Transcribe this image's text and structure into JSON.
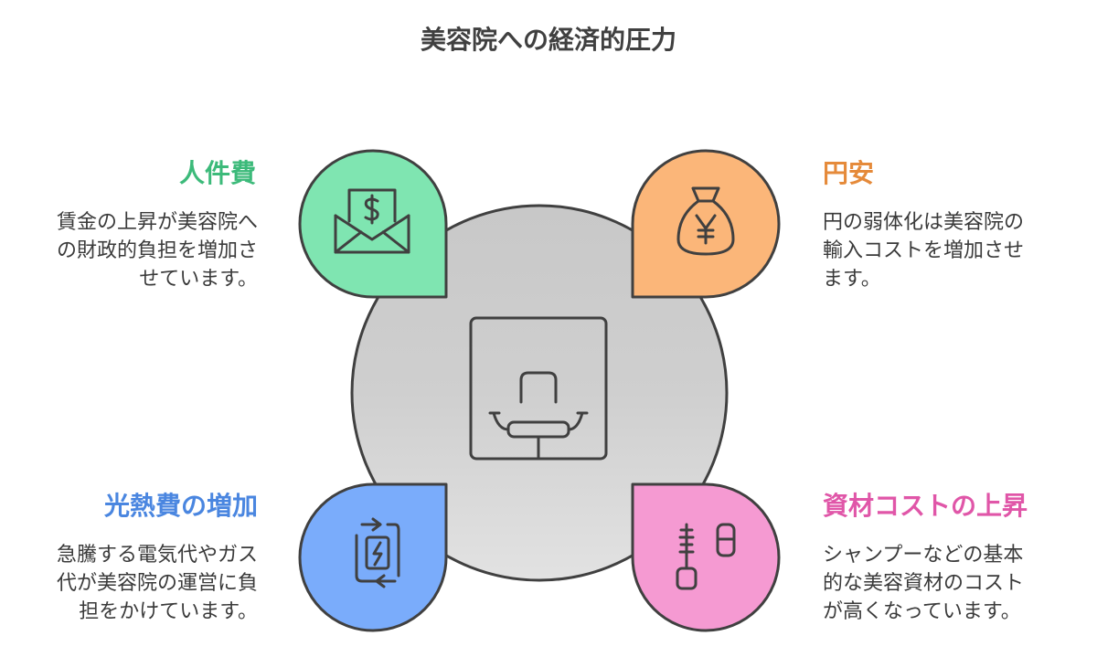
{
  "title": "美容院への経済的圧力",
  "colors": {
    "top_left": "#7fe5b1",
    "top_right": "#fbb679",
    "bottom_left": "#7aacfb",
    "bottom_right": "#f59ad2",
    "circle": "#cccccc",
    "stroke": "#404040",
    "heading_tl": "#3cba7a",
    "heading_tr": "#e58a3a",
    "heading_bl": "#4a86e0",
    "heading_br": "#e056a8"
  },
  "quadrants": {
    "top_left": {
      "heading": "人件費",
      "description": "賃金の上昇が美容院へ\nの財政的負担を増加さ\nせています。",
      "icon": "money-envelope-icon"
    },
    "top_right": {
      "heading": "円安",
      "description": "円の弱体化は美容院の\n輸入コストを増加させ\nます。",
      "icon": "yen-bag-icon"
    },
    "bottom_left": {
      "heading": "光熱費の増加",
      "description": "急騰する電気代やガス\n代が美容院の運営に負\n担をかけています。",
      "icon": "energy-cost-icon"
    },
    "bottom_right": {
      "heading": "資材コストの上昇",
      "description": "シャンプーなどの基本\n的な美容資材のコスト\nが高くなっています。",
      "icon": "beauty-supplies-icon"
    }
  },
  "center_icon": "salon-chair-icon"
}
